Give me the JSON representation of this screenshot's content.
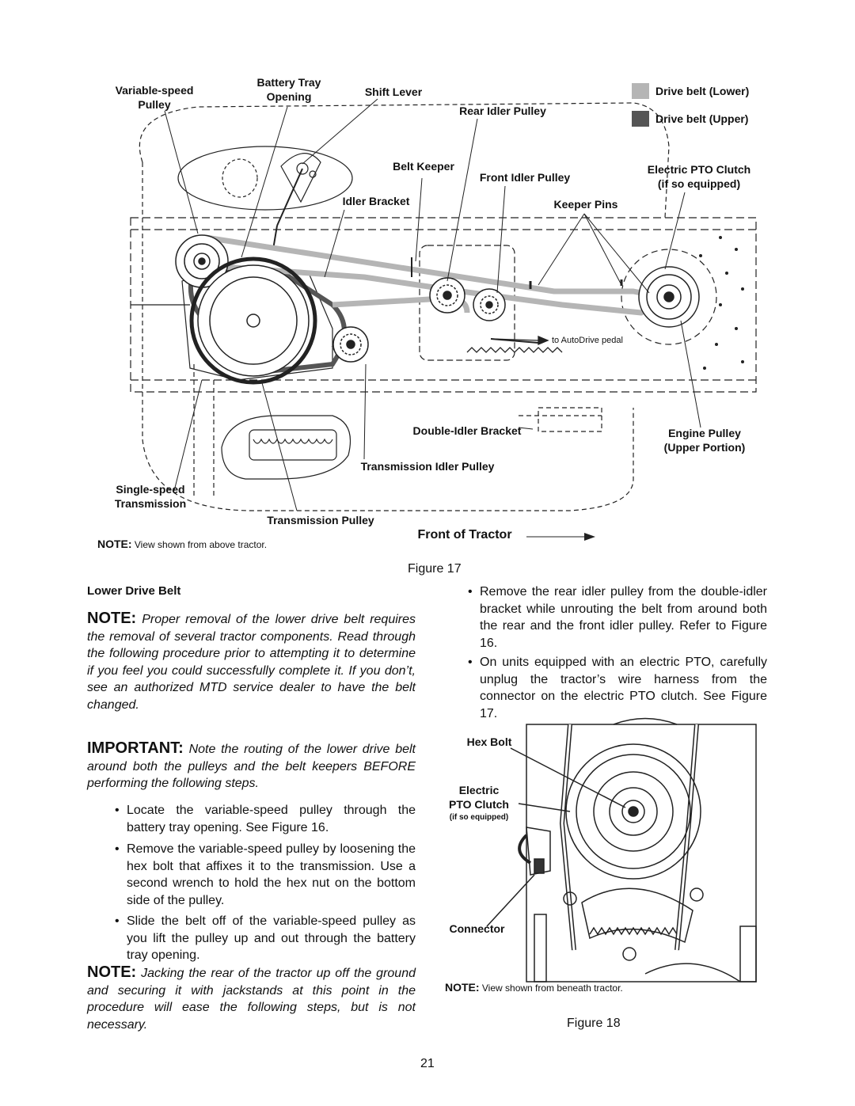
{
  "figure17": {
    "labels": {
      "variable_speed_pulley": [
        "Variable-speed",
        "Pulley"
      ],
      "battery_tray_opening": [
        "Battery Tray",
        "Opening"
      ],
      "shift_lever": "Shift Lever",
      "rear_idler_pulley": "Rear Idler Pulley",
      "belt_keeper": "Belt Keeper",
      "front_idler_pulley": "Front Idler Pulley",
      "idler_bracket": "Idler Bracket",
      "keeper_pins": "Keeper Pins",
      "electric_pto_clutch": [
        "Electric PTO Clutch",
        "(if so equipped)"
      ],
      "to_autodrive_pedal": "to AutoDrive  pedal",
      "double_idler_bracket": "Double-Idler Bracket",
      "engine_pulley": [
        "Engine Pulley",
        "(Upper Portion)"
      ],
      "transmission_idler_pulley": "Transmission Idler Pulley",
      "single_speed_transmission": [
        "Single-speed",
        "Transmission"
      ],
      "transmission_pulley": "Transmission Pulley",
      "front_of_tractor": "Front of Tractor"
    },
    "legend": [
      {
        "label": "Drive belt (Lower)",
        "color": "#b5b5b5"
      },
      {
        "label": "Drive belt (Upper)",
        "color": "#555555"
      }
    ],
    "note_bold": "NOTE:",
    "note_text": " View shown from above tractor.",
    "caption": "Figure 17"
  },
  "left_column": {
    "heading": "Lower Drive Belt",
    "note1_bold": "NOTE:",
    "note1_text": " Proper removal of the lower drive belt requires the removal of several tractor components. Read through the following procedure prior to attempting it to determine if you feel you could successfully complete it. If you don’t, see an authorized MTD service dealer to have the belt changed.",
    "important_bold": "IMPORTANT:",
    "important_text": " Note the routing of the lower drive belt around both the pulleys and the belt keepers BEFORE performing the following steps.",
    "bullets": [
      "Locate the variable-speed pulley through the battery tray opening. See Figure 16.",
      "Remove the variable-speed pulley by loosening the hex bolt that affixes it to the transmission. Use a second wrench to hold the hex nut on the bottom side of the pulley.",
      "Slide the belt off of the variable-speed pulley as you lift the pulley up and out through the battery tray opening."
    ],
    "note2_bold": "NOTE:",
    "note2_text": " Jacking the rear of the tractor up off the ground and securing it with jackstands at this point in the procedure will ease the following steps, but is not necessary."
  },
  "right_column": {
    "bullets": [
      "Remove the rear idler pulley from the double-idler bracket while unrouting the belt from around both the rear and the front idler pulley. Refer to Figure 16.",
      "On units equipped with an electric PTO, carefully unplug the tractor’s wire harness from the connector on the electric PTO clutch. See Figure 17."
    ]
  },
  "figure18": {
    "labels": {
      "hex_bolt": "Hex Bolt",
      "electric_pto_clutch": [
        "Electric",
        "PTO Clutch"
      ],
      "if_so_equipped": "(if so equipped)",
      "connector": "Connector"
    },
    "note_bold": "NOTE:",
    "note_text": " View shown from beneath tractor.",
    "caption": "Figure 18"
  },
  "page_number": "21"
}
